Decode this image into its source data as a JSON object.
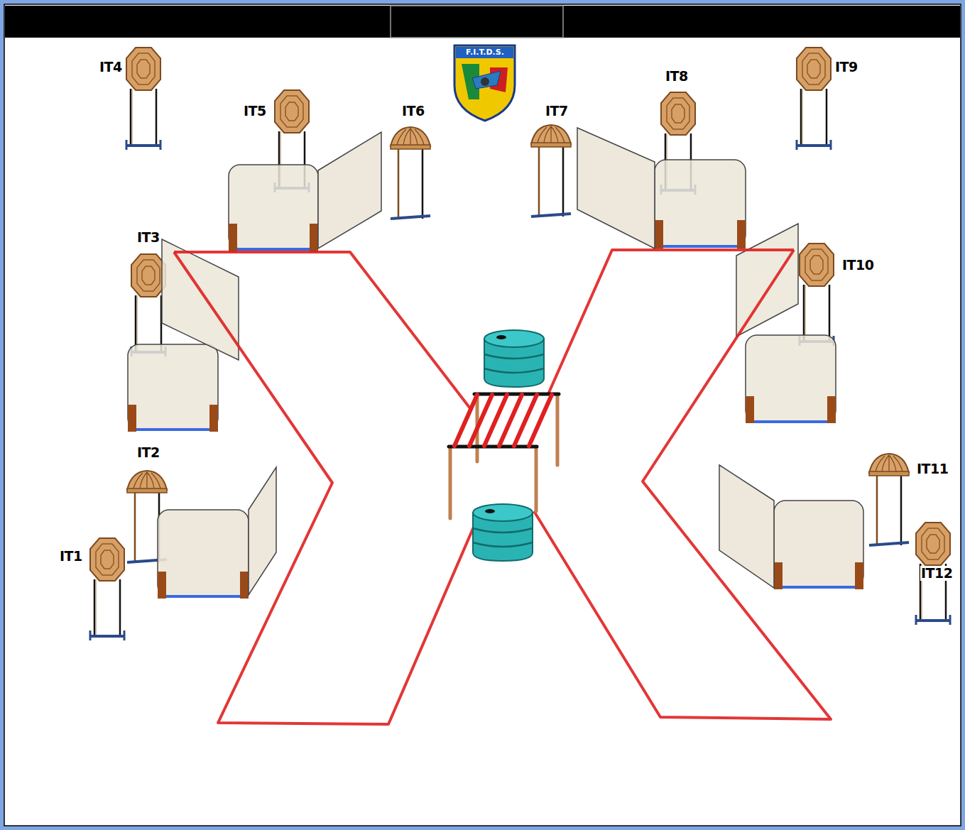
{
  "diagram": {
    "labels": [
      "IT4",
      "F.I.T.D.S.",
      "IT9",
      "IT8",
      "IT5",
      "IT6",
      "IT7",
      "IT3",
      "IT10",
      "IT2",
      "IT11",
      "IT1",
      "IT12"
    ]
  }
}
